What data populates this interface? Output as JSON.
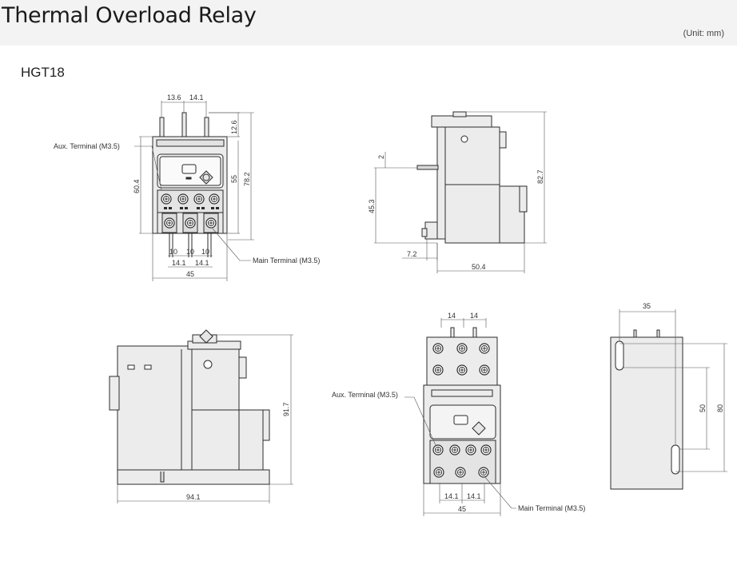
{
  "page": {
    "title": "Thermal Overload Relay",
    "unit": "(Unit: mm)",
    "model": "HGT18"
  },
  "labels": {
    "aux_terminal": "Aux. Terminal (M3.5)",
    "main_terminal": "Main Terminal (M3.5)"
  },
  "dimensions": {
    "front": {
      "pitch_a": "13.6",
      "pitch_b": "14.1",
      "top": "12.6",
      "height_total": "60.4",
      "height_55": "55",
      "height_782": "78.2",
      "w10_a": "10",
      "w10_b": "10",
      "w10_c": "10",
      "w141_a": "14.1",
      "w141_b": "14.1",
      "width": "45"
    },
    "side": {
      "offset_2": "2",
      "height_453": "45.3",
      "height_827": "82.7",
      "offset_72": "7.2",
      "depth": "50.4"
    },
    "side_mounted": {
      "depth": "94.1",
      "height": "91.7"
    },
    "front_mounted": {
      "pitch_a": "14",
      "pitch_b": "14",
      "w141_a": "14.1",
      "w141_b": "14.1",
      "width": "45"
    },
    "back": {
      "width": "35",
      "slot": "50",
      "height": "80"
    }
  },
  "colors": {
    "body": "#eaeaea",
    "line": "#2b2b2b",
    "dim": "#555555"
  }
}
